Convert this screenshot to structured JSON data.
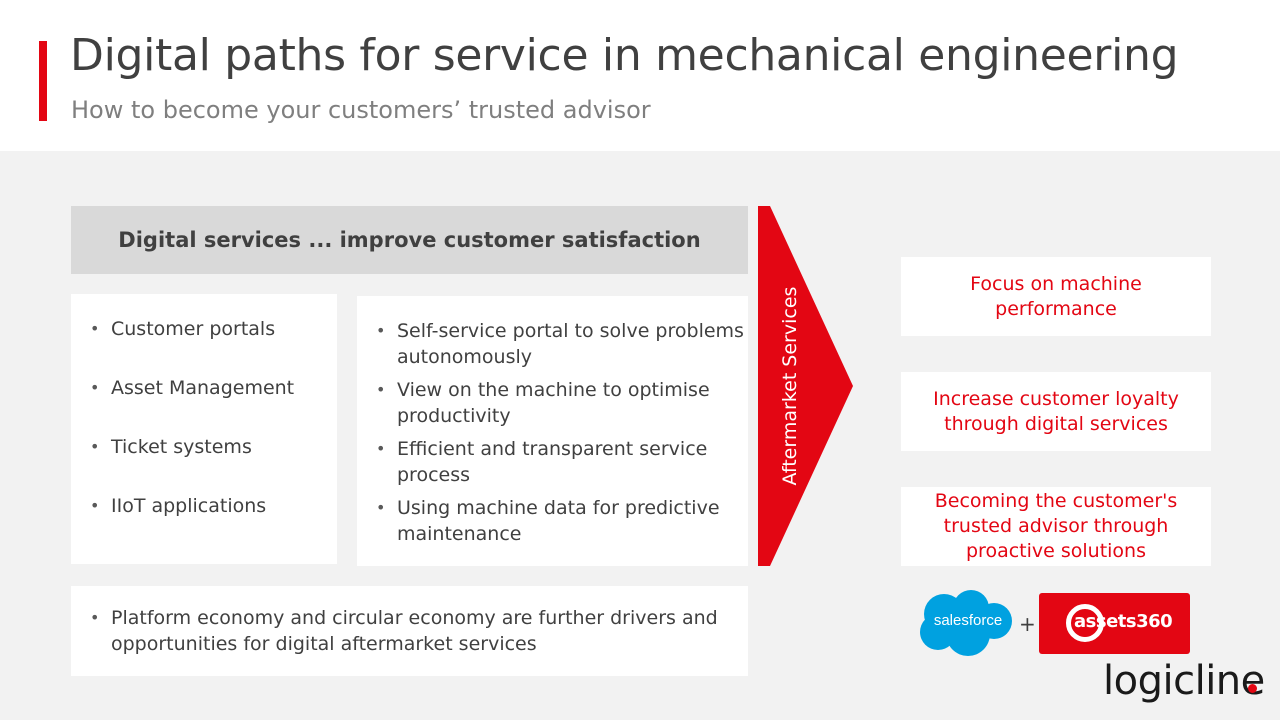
{
  "slide": {
    "title": "Digital paths for service in mechanical engineering",
    "subtitle": "How to become your customers’ trusted advisor"
  },
  "header": {
    "label": "Digital services ... improve customer satisfaction"
  },
  "left_box": {
    "items": [
      "Customer portals",
      "Asset Management",
      "Ticket systems",
      "IIoT applications"
    ]
  },
  "middle_box": {
    "items": [
      "Self-service portal to solve problems autonomously",
      "View on the machine to optimise productivity",
      "Efficient and transparent service process",
      "Using machine data for predictive maintenance"
    ]
  },
  "bottom_box": {
    "items": [
      "Platform economy and circular economy are further drivers and opportunities for digital aftermarket services"
    ]
  },
  "chevron": {
    "label": "Aftermarket Services"
  },
  "benefits": [
    "Focus on machine performance",
    "Increase customer loyalty through digital services",
    "Becoming the customer's trusted advisor through proactive solutions"
  ],
  "logos": {
    "salesforce": "salesforce",
    "plus": "+",
    "assets360": "assets360",
    "logicline": "logicline"
  },
  "colors": {
    "accent": "#e30613",
    "text": "#404040",
    "panel": "#f2f2f2",
    "header_fill": "#d9d9d9",
    "salesforce_blue": "#00a1e0"
  }
}
